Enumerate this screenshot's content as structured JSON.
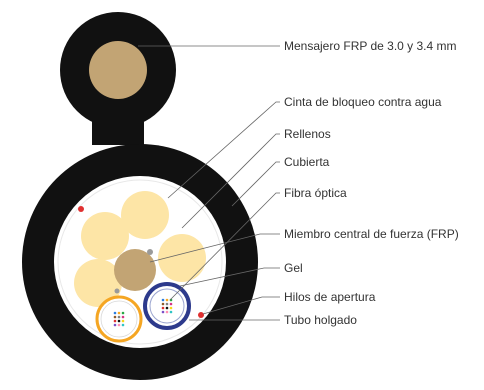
{
  "diagram": {
    "labels": [
      {
        "id": "messenger",
        "text": "Mensajero FRP de 3.0 y 3.4 mm"
      },
      {
        "id": "water_tape",
        "text": "Cinta de bloqueo contra agua"
      },
      {
        "id": "fillers",
        "text": "Rellenos"
      },
      {
        "id": "sheath",
        "text": "Cubierta"
      },
      {
        "id": "optical_fiber",
        "text": "Fibra óptica"
      },
      {
        "id": "central_member",
        "text": "Miembro central de fuerza (FRP)"
      },
      {
        "id": "gel",
        "text": "Gel"
      },
      {
        "id": "ripcord",
        "text": "Hilos de apertura"
      },
      {
        "id": "loose_tube",
        "text": "Tubo holgado"
      }
    ],
    "colors": {
      "jacket": "#111111",
      "messenger_core": "#c2a474",
      "filler": "#fde5a6",
      "central_member": "#c2a474",
      "tube_orange": "#f5a623",
      "tube_blue": "#2d3a8c",
      "ripcord": "#e03030",
      "leader_line": "#666666"
    }
  }
}
